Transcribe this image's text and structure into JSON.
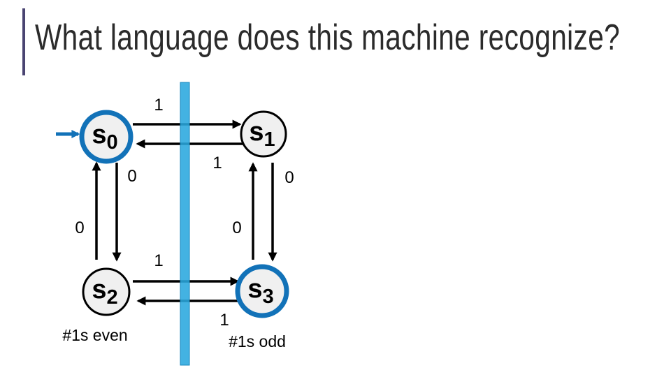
{
  "title": {
    "text": "What language does this machine recognize?"
  },
  "machine": {
    "type": "finite-state-machine",
    "start_state": "s0",
    "states": [
      {
        "id": "s0",
        "base": "s",
        "sub": "0",
        "start": true,
        "highlighted": true
      },
      {
        "id": "s1",
        "base": "s",
        "sub": "1",
        "start": false,
        "highlighted": false
      },
      {
        "id": "s2",
        "base": "s",
        "sub": "2",
        "start": false,
        "highlighted": false,
        "caption": "#1s even"
      },
      {
        "id": "s3",
        "base": "s",
        "sub": "3",
        "start": false,
        "highlighted": true,
        "caption": "#1s odd"
      }
    ],
    "transitions": [
      {
        "from": "s0",
        "to": "s1",
        "label": "1"
      },
      {
        "from": "s1",
        "to": "s0",
        "label": "1"
      },
      {
        "from": "s2",
        "to": "s0",
        "label": "0"
      },
      {
        "from": "s0",
        "to": "s2",
        "label": "0"
      },
      {
        "from": "s3",
        "to": "s1",
        "label": "0"
      },
      {
        "from": "s1",
        "to": "s3",
        "label": "0"
      },
      {
        "from": "s2",
        "to": "s3",
        "label": "1"
      },
      {
        "from": "s3",
        "to": "s2",
        "label": "1"
      }
    ]
  },
  "colors": {
    "state_highlight": "#1272B8",
    "divider_bar": "#29A7DE",
    "title_accent_bar": "#4A4472",
    "title_text": "#2B2B2B",
    "state_fill": "#F0F0F0"
  }
}
